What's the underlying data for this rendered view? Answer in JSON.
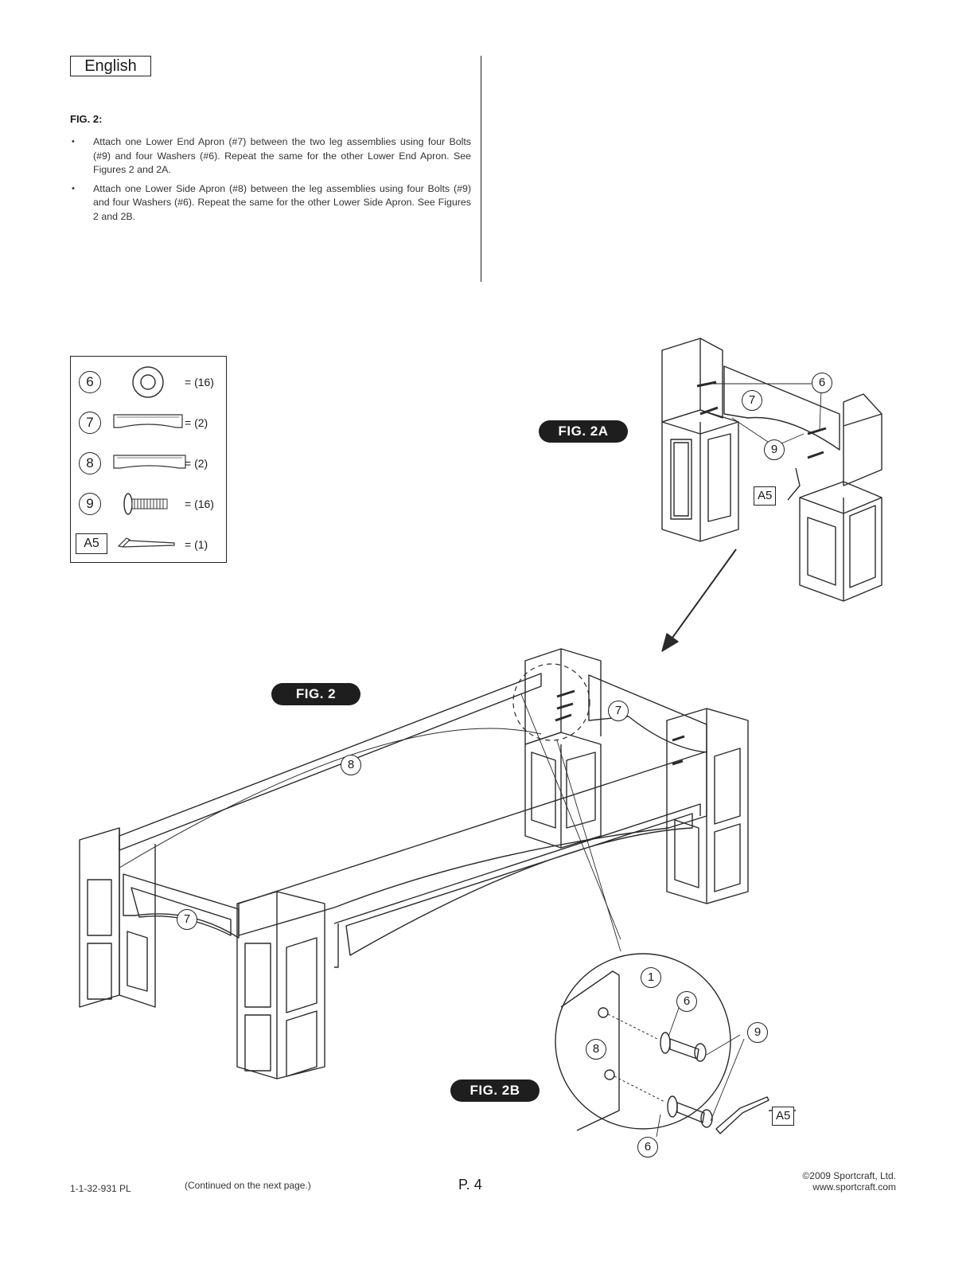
{
  "header": {
    "language": "English"
  },
  "section": {
    "heading": "FIG. 2:",
    "bullets": [
      "Attach one Lower End Apron (#7) between the two leg assemblies using four Bolts (#9) and four Washers (#6). Repeat the same for the other Lower End Apron. See Figures 2 and 2A.",
      "Attach one Lower Side Apron (#8) between the leg assemblies using four Bolts (#9) and four Washers (#6). Repeat the same for the other Lower Side Apron. See Figures 2 and 2B."
    ]
  },
  "parts": [
    {
      "id": "6",
      "qty": "= (16)"
    },
    {
      "id": "7",
      "qty": "= (2)"
    },
    {
      "id": "8",
      "qty": "= (2)"
    },
    {
      "id": "9",
      "qty": "= (16)"
    },
    {
      "id": "A5",
      "qty": "= (1)"
    }
  ],
  "figures": {
    "fig2a": "FIG. 2A",
    "fig2": "FIG. 2",
    "fig2b": "FIG. 2B"
  },
  "callouts": {
    "c6": "6",
    "c7": "7",
    "c8": "8",
    "c9": "9",
    "c1": "1",
    "a5": "A5"
  },
  "footer": {
    "doc_code": "1-1-32-931 PL",
    "continued": "(Continued on the next page.)",
    "page": "P. 4",
    "copyright": "©2009 Sportcraft, Ltd.",
    "website": "www.sportcraft.com"
  }
}
